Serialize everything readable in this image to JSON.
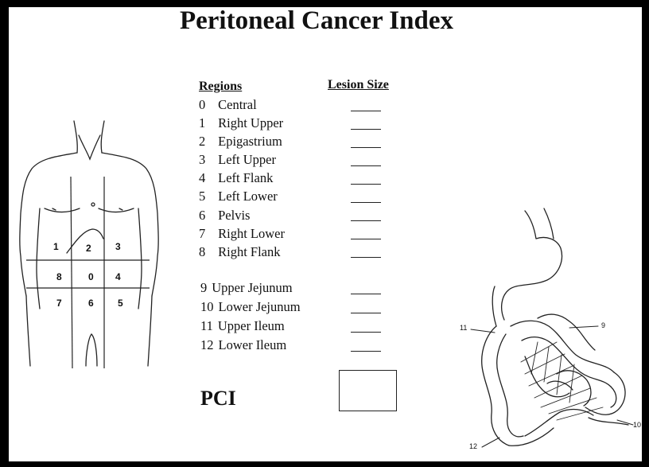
{
  "title": "Peritoneal Cancer Index",
  "headers": {
    "regions": "Regions",
    "lesion_size": "Lesion Size"
  },
  "regions": [
    {
      "num": "0",
      "name": "Central"
    },
    {
      "num": "1",
      "name": "Right Upper"
    },
    {
      "num": "2",
      "name": "Epigastrium"
    },
    {
      "num": "3",
      "name": "Left Upper"
    },
    {
      "num": "4",
      "name": "Left Flank"
    },
    {
      "num": "5",
      "name": "Left Lower"
    },
    {
      "num": "6",
      "name": "Pelvis"
    },
    {
      "num": "7",
      "name": "Right Lower"
    },
    {
      "num": "8",
      "name": "Right Flank"
    },
    {
      "num": "9",
      "name": "Upper Jejunum"
    },
    {
      "num": "10",
      "name": "Lower Jejunum"
    },
    {
      "num": "11",
      "name": "Upper Ileum"
    },
    {
      "num": "12",
      "name": "Lower Ileum"
    }
  ],
  "pci_label": "PCI",
  "body_numbers": [
    "1",
    "2",
    "3",
    "8",
    "0",
    "4",
    "7",
    "6",
    "5"
  ],
  "gut_numbers": [
    "11",
    "9",
    "10",
    "12"
  ]
}
